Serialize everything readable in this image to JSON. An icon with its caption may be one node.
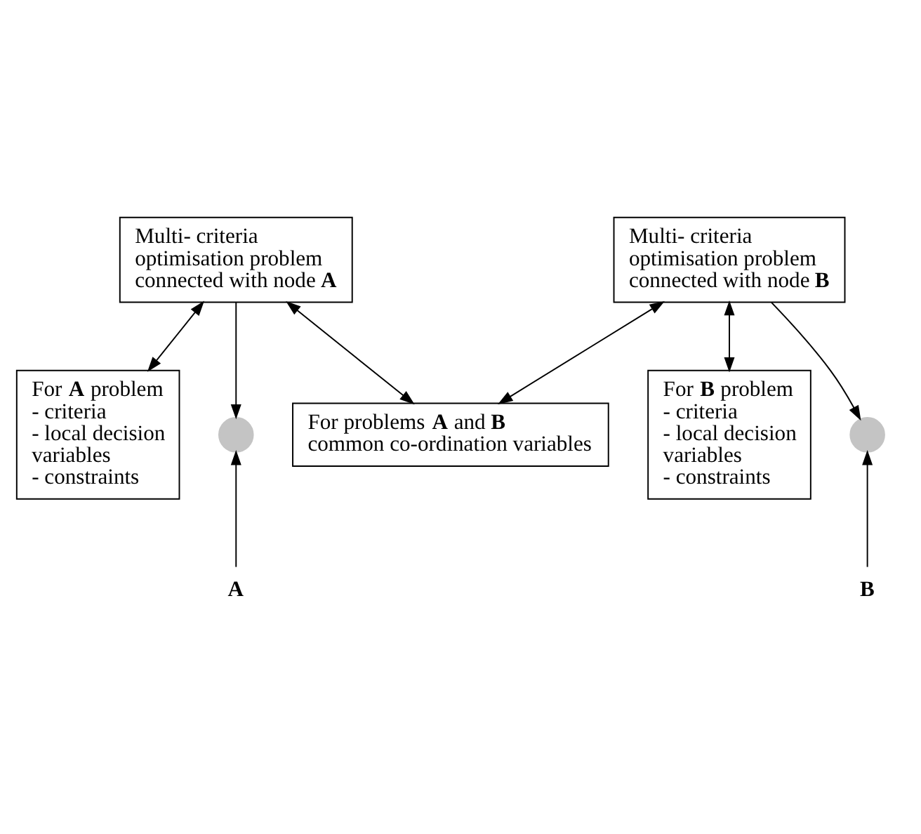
{
  "diagram": {
    "nodes": [
      {
        "text": [
          "Multi- criteria optimisation problem connected with node **A**"
        ]
      },
      {
        "text": [
          "Multi- criteria optimisation problem connected with node **B**"
        ]
      },
      {
        "text": [
          "For **A** problem",
          "- criteria",
          "- local decision variables",
          "- constraints"
        ]
      },
      {
        "text": [
          "For **B** problem",
          "- criteria",
          "- local decision variables",
          "- constraints"
        ]
      },
      {
        "text": [
          "For problems **A** and **B** common co-ordination variables"
        ]
      },
      {
        "text": [],
        "shape": "circle"
      },
      {
        "text": [],
        "shape": "circle"
      },
      {
        "text": [
          "A"
        ]
      },
      {
        "text": [
          "B"
        ]
      }
    ],
    "edges": [
      {
        "from": 0,
        "to": 2,
        "arrow": "both"
      },
      {
        "from": 1,
        "to": 3,
        "arrow": "both"
      },
      {
        "from": 0,
        "to": 5,
        "arrow": "to"
      },
      {
        "from": 1,
        "to": 6,
        "arrow": "to"
      },
      {
        "from": 0,
        "to": 4,
        "arrow": "both"
      },
      {
        "from": 1,
        "to": 4,
        "arrow": "both"
      },
      {
        "from": 7,
        "to": 5,
        "arrow": "to"
      },
      {
        "from": 8,
        "to": 6,
        "arrow": "to"
      }
    ]
  }
}
